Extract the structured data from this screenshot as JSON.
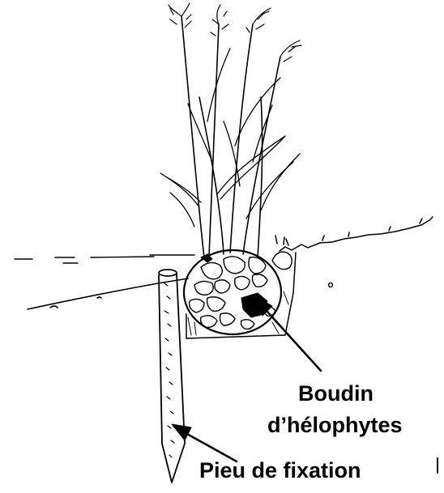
{
  "labels": {
    "boudin_line1": "Boudin",
    "boudin_line2": "d’hélophytes",
    "pieu": "Pieu de fixation"
  },
  "colors": {
    "ink": "#000000",
    "paper": "#ffffff"
  }
}
